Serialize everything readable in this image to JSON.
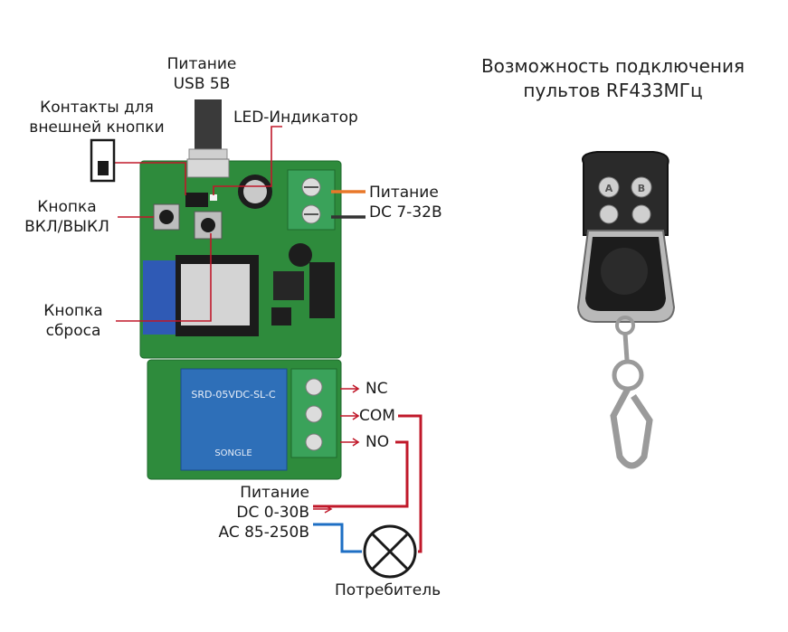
{
  "labels": {
    "usb_power_line1": "Питание",
    "usb_power_line2": "USB 5В",
    "contacts_line1": "Контакты для",
    "contacts_line2": "внешней кнопки",
    "led": "LED-Индикатор",
    "onoff_line1": "Кнопка",
    "onoff_line2": "ВКЛ/ВЫКЛ",
    "reset_line1": "Кнопка",
    "reset_line2": "сброса",
    "dc_power_line1": "Питание",
    "dc_power_line2": "DC 7-32В",
    "nc": "NC",
    "com": "COM",
    "no": "NO",
    "load_power_line1": "Питание",
    "load_power_line2": "DC 0-30В",
    "load_power_line3": "AC 85-250В",
    "consumer": "Потребитель"
  },
  "remote": {
    "title_line1": "Возможность подключения",
    "title_line2": "пультов RF433МГц",
    "button_a": "A",
    "button_b": "B"
  },
  "relay": {
    "model_text": "SRD-05VDC-SL-C",
    "brand_text": "SONGLE"
  },
  "colors": {
    "pcb_green": "#2e8b3c",
    "wire_red": "#c0182a",
    "wire_blue": "#1e6fc4",
    "wire_orange": "#e8782a",
    "relay_blue": "#2e6fb8",
    "terminal_green": "#3aa25a"
  }
}
